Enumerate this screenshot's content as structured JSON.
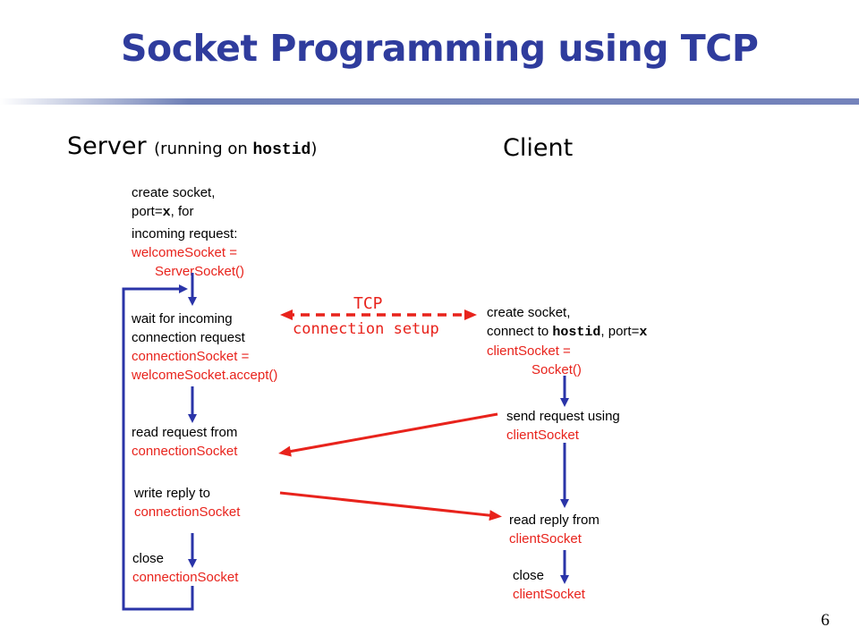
{
  "title": "Socket Programming using TCP",
  "server": {
    "heading": "Server",
    "subheading_prefix": "(running on ",
    "subheading_host": "hostid",
    "subheading_suffix": ")",
    "steps": {
      "create": {
        "line1": "create socket,",
        "line2_a": "port=",
        "line2_b": "x",
        "line2_c": ", for",
        "line3": "incoming request:",
        "code1": "welcomeSocket =",
        "code2": "ServerSocket()"
      },
      "wait": {
        "line1": "wait for incoming",
        "line2": "connection request",
        "code1": "connectionSocket =",
        "code2": "welcomeSocket.accept()"
      },
      "read": {
        "line1": "read request from",
        "code1": "connectionSocket"
      },
      "write": {
        "line1": "write reply to",
        "code1": "connectionSocket"
      },
      "close": {
        "line1": "close",
        "code1": "connectionSocket"
      }
    }
  },
  "client": {
    "heading": "Client",
    "steps": {
      "create": {
        "line1": "create socket,",
        "line2_a": "connect to ",
        "line2_b": "hostid",
        "line2_c": ", port=",
        "line2_d": "x",
        "code1": "clientSocket =",
        "code2": "Socket()"
      },
      "send": {
        "line1": "send request using",
        "code1": "clientSocket"
      },
      "read": {
        "line1": "read reply from",
        "code1": "clientSocket"
      },
      "close": {
        "line1": "close",
        "code1": "clientSocket"
      }
    }
  },
  "connection": {
    "label1": "TCP",
    "label2": "connection setup"
  },
  "colors": {
    "title": "#2f3c9d",
    "accent_red": "#e8231c",
    "flow_blue": "#2a34a8"
  },
  "page_number": "6"
}
